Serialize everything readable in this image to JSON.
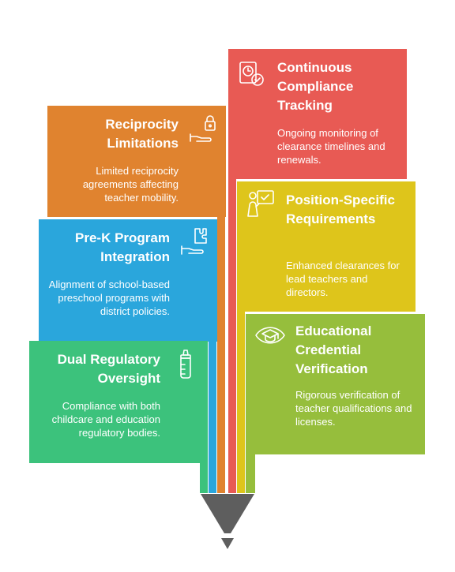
{
  "colors": {
    "orange": "#E0832F",
    "red": "#E85A54",
    "blue": "#2AA6DC",
    "yellow": "#DEC51B",
    "green": "#3CC27C",
    "lime": "#96BE3C",
    "tip": "#5E5E5E"
  },
  "cards": {
    "continuous": {
      "title": "Continuous Compliance Tracking",
      "desc": "Ongoing monitoring of clearance timelines and renewals.",
      "icon": "clock-check-icon"
    },
    "reciprocity": {
      "title": "Reciprocity Limitations",
      "desc": "Limited reciprocity agreements affecting teacher mobility.",
      "icon": "lock-hand-icon"
    },
    "position": {
      "title": "Position-Specific Requirements",
      "desc": "Enhanced clearances for lead teachers and directors.",
      "icon": "teacher-board-icon"
    },
    "prek": {
      "title": "Pre-K Program Integration",
      "desc": "Alignment of school-based preschool programs with district policies.",
      "icon": "puzzle-hand-icon"
    },
    "credential": {
      "title": "Educational Credential Verification",
      "desc": "Rigorous verification of teacher qualifications and licenses.",
      "icon": "graduation-cap-icon"
    },
    "dual": {
      "title": "Dual Regulatory Oversight",
      "desc": "Compliance with both childcare and education regulatory bodies.",
      "icon": "baby-bottle-icon"
    }
  }
}
